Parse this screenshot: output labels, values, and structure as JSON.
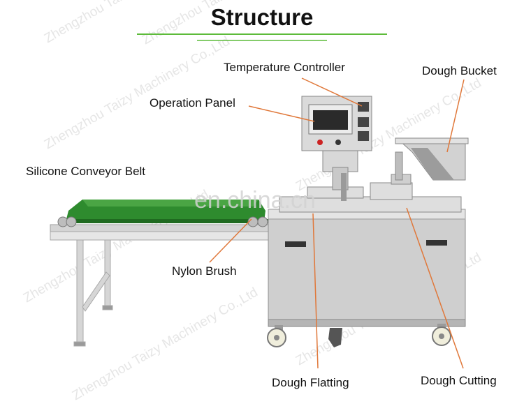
{
  "title": "Structure",
  "watermark": {
    "company": "Zhengzhou Taizy Machinery Co.,Ltd",
    "company_short": "Zhe...",
    "logo": "en.china.cn"
  },
  "labels": {
    "temperature_controller": "Temperature Controller",
    "dough_bucket": "Dough Bucket",
    "operation_panel": "Operation Panel",
    "silicone_conveyor_belt": "Silicone Conveyor Belt",
    "nylon_brush": "Nylon Brush",
    "dough_flatting": "Dough Flatting",
    "dough_cutting": "Dough Cutting"
  },
  "colors": {
    "leader_line": "#e0783a",
    "title_underline": "#5dbb3a",
    "conveyor_belt": "#2e8b2e",
    "steel": "#c8c8c8"
  }
}
